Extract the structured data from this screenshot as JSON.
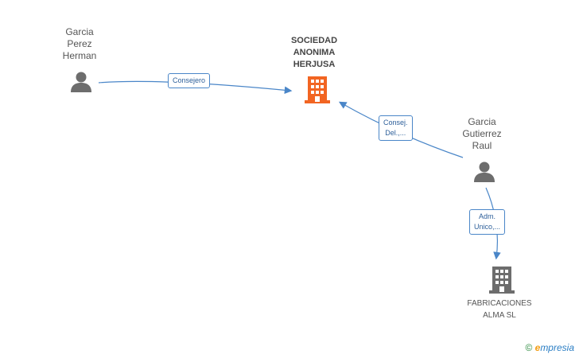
{
  "nodes": {
    "person_1": {
      "name": "Garcia\nPerez\nHerman"
    },
    "company_main": {
      "name": "SOCIEDAD\nANONIMA\nHERJUSA"
    },
    "person_2": {
      "name": "Garcia\nGutierrez\nRaul"
    },
    "company_2": {
      "name": "FABRICACIONES\nALMA SL"
    }
  },
  "edges": {
    "consejero": "Consejero",
    "consej_del": "Consej.\nDel.,...",
    "adm_unico": "Adm.\nUnico,..."
  },
  "colors": {
    "edge": "#4a86c8",
    "company_highlight": "#f26522",
    "company_default": "#6d6d6d",
    "person": "#6d6d6d"
  },
  "footer": {
    "copyright_symbol": "©",
    "brand_initial": "e",
    "brand_rest": "mpresia"
  }
}
